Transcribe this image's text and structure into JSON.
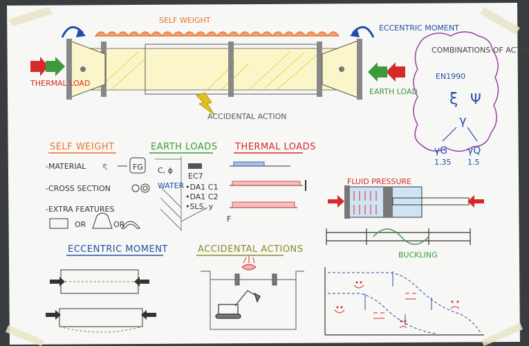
{
  "labels": {
    "self_weight_top": "SELF WEIGHT",
    "eccentric_moment_top": "ECCENTRIC MOMENT",
    "thermal_load": "THERMAL LOAD",
    "earth_load": "EARTH LOAD",
    "accidental_action": "ACCIDENTAL ACTION"
  },
  "combinations": {
    "title": "COMBINATIONS OF ACTIONS",
    "code": "EN1990",
    "xi": "ξ",
    "psi": "Ψ",
    "gamma": "γ",
    "gamma_g": "γG",
    "gamma_q": "γQ",
    "value_g": "1.35",
    "value_q": "1.5"
  },
  "self_weight": {
    "title": "SELF WEIGHT",
    "material": "-MATERIAL",
    "cross_section": "-CROSS SECTION",
    "extra_features": "-EXTRA FEATURES",
    "or1": "OR",
    "or2": "OR",
    "fg": "FG"
  },
  "earth_loads": {
    "title": "EARTH LOADS",
    "c_phi": "C, ϕ",
    "water": "WATER",
    "ec7": "EC7",
    "da1c1": "•DA1 C1",
    "da1c2": "•DA1 C2",
    "sls": "•SLS, y"
  },
  "thermal_loads": {
    "title": "THERMAL LOADS",
    "f": "F"
  },
  "fluid_pressure": "FLUID PRESSURE",
  "buckling": "BUCKLING",
  "eccentric_moment": {
    "title": "ECCENTRIC MOMENT"
  },
  "accidental_actions": {
    "title": "ACCIDENTAL ACTIONS"
  },
  "colors": {
    "orange": "#e8742a",
    "green": "#3d9a3a",
    "red": "#d42a2a",
    "blue": "#1f4fa8",
    "purple": "#9a3fa8",
    "yellow": "#e0c020",
    "olive": "#8a8a28"
  }
}
